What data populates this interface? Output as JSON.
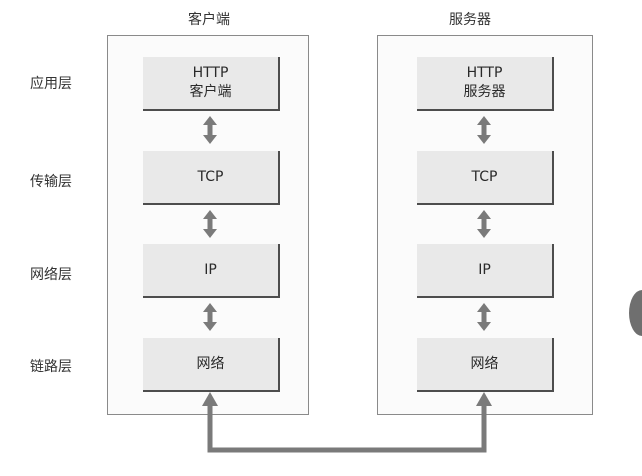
{
  "columns": {
    "client_title": "客户端",
    "server_title": "服务器"
  },
  "layers": [
    {
      "label": "应用层",
      "client": [
        "HTTP",
        "客户端"
      ],
      "server": [
        "HTTP",
        "服务器"
      ]
    },
    {
      "label": "传输层",
      "client": [
        "TCP"
      ],
      "server": [
        "TCP"
      ]
    },
    {
      "label": "网络层",
      "client": [
        "IP"
      ],
      "server": [
        "IP"
      ]
    },
    {
      "label": "链路层",
      "client": [
        "网络"
      ],
      "server": [
        "网络"
      ]
    }
  ]
}
